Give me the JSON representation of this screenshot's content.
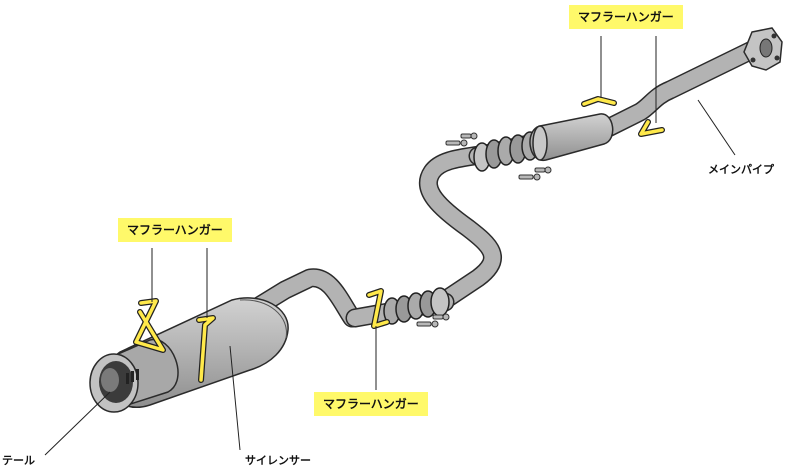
{
  "labels": {
    "hanger_top": "マフラーハンガー",
    "hanger_left": "マフラーハンガー",
    "hanger_bottom": "マフラーハンガー",
    "main_pipe": "メインパイプ",
    "silencer": "サイレンサー",
    "tail": "テール"
  },
  "colors": {
    "pipe": "#b3b3b3",
    "pipe_outline": "#2b2b2b",
    "hanger": "#ffe94a",
    "label_bg": "#fff96a"
  }
}
